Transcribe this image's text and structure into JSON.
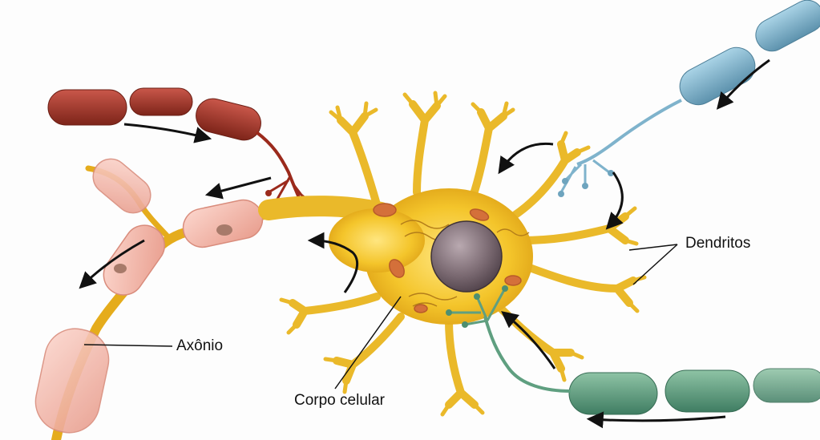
{
  "labels": {
    "dendritos": "Dendritos",
    "axonio": "Axônio",
    "corpo_celular": "Corpo celular"
  },
  "colors": {
    "background": "#fdfdfd",
    "neuron_yellow": "#f3c52a",
    "neuron_yellow_dark": "#d69a12",
    "myelin_pink": "#f2b6a8",
    "neuron_red": "#a83a2c",
    "neuron_blue": "#7fb3cc",
    "neuron_green": "#5f9f80",
    "nucleus": "#7a6a72",
    "arrow": "#111111"
  },
  "icons": [
    "signal-direction-arrow"
  ]
}
